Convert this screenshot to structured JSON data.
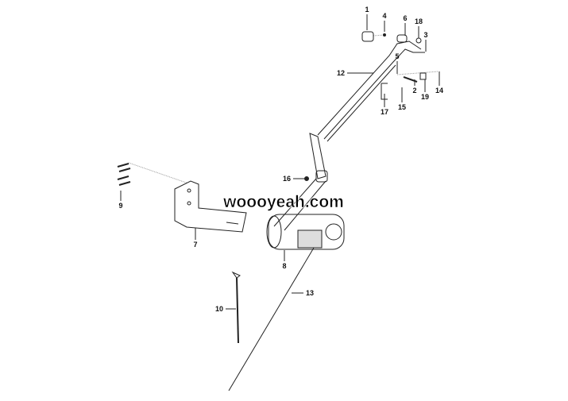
{
  "watermark": "woooyeah.com",
  "callouts": {
    "c1": "1",
    "c2": "2",
    "c3": "3",
    "c4": "4",
    "c5": "5",
    "c6": "6",
    "c7": "7",
    "c8": "8",
    "c9": "9",
    "c10": "10",
    "c12": "12",
    "c13": "13",
    "c14": "14",
    "c15": "15",
    "c16": "16",
    "c17": "17",
    "c18": "18",
    "c19": "19"
  }
}
